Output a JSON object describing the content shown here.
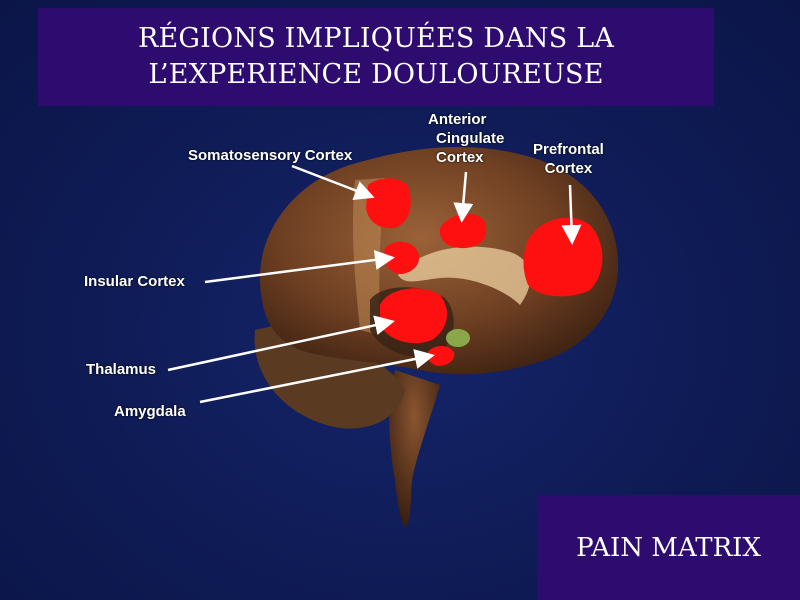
{
  "slide": {
    "title_lines": [
      "RÉGIONS IMPLIQUÉES DANS LA",
      "L’EXPERIENCE DOULOUREUSE"
    ],
    "footer_badge": "PAIN MATRIX"
  },
  "diagram": {
    "labels": {
      "somatosensory": "Somatosensory Cortex",
      "anterior_cingulate": [
        "Anterior",
        "Cingulate",
        "Cortex"
      ],
      "prefrontal": [
        "Prefrontal",
        "Cortex"
      ],
      "insular": "Insular Cortex",
      "thalamus": "Thalamus",
      "amygdala": "Amygdala"
    },
    "colors": {
      "highlight": "#ff1010",
      "arrow": "#ffffff",
      "brain": "#7a4a2a"
    }
  }
}
